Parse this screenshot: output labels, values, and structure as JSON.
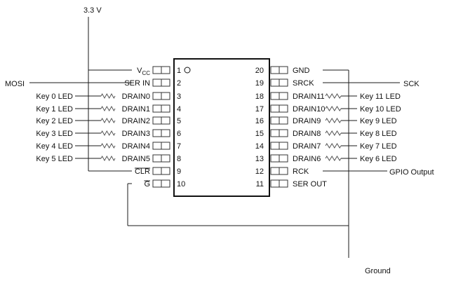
{
  "power": {
    "label": "3.3 V"
  },
  "ground": {
    "label": "Ground"
  },
  "signals": {
    "mosi": "MOSI",
    "sck": "SCK",
    "gpio": "GPIO Output"
  },
  "chip": {
    "left_pins": [
      {
        "num": "1",
        "name": "V",
        "sub": "CC"
      },
      {
        "num": "2",
        "name": "SER IN"
      },
      {
        "num": "3",
        "name": "DRAIN0"
      },
      {
        "num": "4",
        "name": "DRAIN1"
      },
      {
        "num": "5",
        "name": "DRAIN2"
      },
      {
        "num": "6",
        "name": "DRAIN3"
      },
      {
        "num": "7",
        "name": "DRAIN4"
      },
      {
        "num": "8",
        "name": "DRAIN5"
      },
      {
        "num": "9",
        "name": "CLR"
      },
      {
        "num": "10",
        "name": "G"
      }
    ],
    "right_pins": [
      {
        "num": "20",
        "name": "GND"
      },
      {
        "num": "19",
        "name": "SRCK"
      },
      {
        "num": "18",
        "name": "DRAIN11"
      },
      {
        "num": "17",
        "name": "DRAIN10"
      },
      {
        "num": "16",
        "name": "DRAIN9"
      },
      {
        "num": "15",
        "name": "DRAIN8"
      },
      {
        "num": "14",
        "name": "DRAIN7"
      },
      {
        "num": "13",
        "name": "DRAIN6"
      },
      {
        "num": "12",
        "name": "RCK"
      },
      {
        "num": "11",
        "name": "SER OUT"
      }
    ]
  },
  "leds_left": [
    "Key 0 LED",
    "Key 1 LED",
    "Key 2 LED",
    "Key 3 LED",
    "Key 4 LED",
    "Key 5 LED"
  ],
  "leds_right": [
    "Key 11 LED",
    "Key 10 LED",
    "Key 9 LED",
    "Key 8 LED",
    "Key 7 LED",
    "Key 6 LED"
  ]
}
